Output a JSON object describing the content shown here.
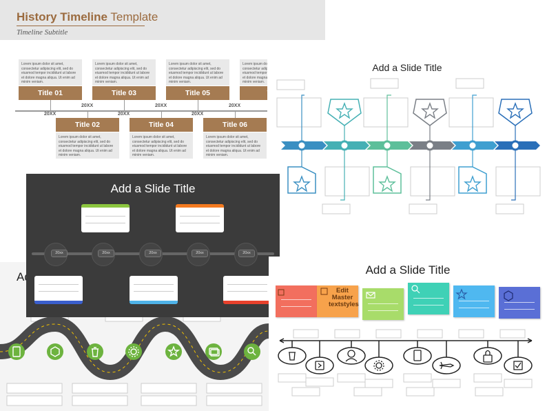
{
  "slide1": {
    "title_bold": "History Timeline",
    "title_rest": " Template",
    "subtitle": "Timeline Subtitle",
    "lorem": "Lorem ipsum dolor sit amet, consectetur adipiscing elit, sed do eiusmod tempor incididunt ut labore et dolore magna aliqua. Ut enim ad minim veniam.",
    "top_labels": [
      "Title 01",
      "Title 03",
      "Title 05",
      "Tit"
    ],
    "bottom_labels": [
      "Title 02",
      "Title 04",
      "Title 06"
    ],
    "year": "20XX",
    "colors": {
      "accent": "#a57b52",
      "header_bg": "#e6e6e6"
    }
  },
  "slide2": {
    "title": "Add a Slide Title",
    "colors": [
      "#3a8fc2",
      "#45b0b4",
      "#5dbf9a",
      "#7a7f86",
      "#3f9fd0",
      "#2a6fb8"
    ]
  },
  "slide3": {
    "title": "Add a Slide Title",
    "pills": [
      "20xx",
      "20xx",
      "20xx",
      "20xx",
      "20xx"
    ],
    "colors": {
      "bg": "#3b3b3b",
      "green": "#8cc63f",
      "orange": "#f47a20",
      "blue": "#3a5fcd",
      "light_blue": "#4fb3e8",
      "red": "#e8412c"
    }
  },
  "slide4": {
    "title_partial": "Ad",
    "icons": [
      "tablet-icon",
      "hexagon-icon",
      "trash-icon",
      "gear-icon",
      "star-icon",
      "cards-icon",
      "search-icon"
    ],
    "colors": {
      "icon_bg": "#6db33f",
      "road": "#4a4a4a"
    }
  },
  "slide5": {
    "title": "Add a Slide Title",
    "note_text": "Edit Master textstyles",
    "note_colors": [
      "#f26f5e",
      "#f7a24b",
      "#a8dc6a",
      "#3fd1b6",
      "#4fb8f0",
      "#5a6fd6"
    ],
    "icons": [
      "trash-icon",
      "next-icon",
      "person-icon",
      "gear-icon",
      "tablet-icon",
      "rocket-icon",
      "lock-icon",
      "checkbox-icon"
    ]
  }
}
